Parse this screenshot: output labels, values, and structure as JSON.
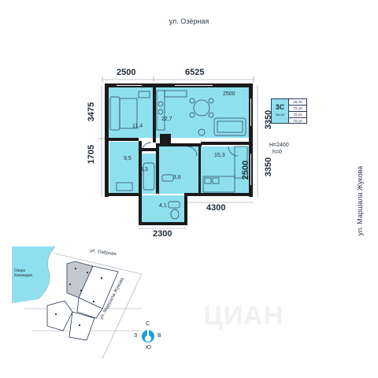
{
  "streets": {
    "top": "ул. Озёрная",
    "right": "ул. Маршала Жукова"
  },
  "dimensions": {
    "top_left": "2500",
    "top_right": "6525",
    "left_upper": "3475",
    "left_lower": "1705",
    "right_upper": "3350",
    "right_inner": "2500",
    "right_lower": "3350",
    "inner_top": "2500",
    "bottom_right": "4300",
    "bottom_left": "2300"
  },
  "rooms": {
    "bedroom_left": "11,4",
    "kitchen_living": "22,7",
    "hall": "9,5",
    "bathroom": "3,3",
    "corridor": "3,8",
    "bedroom_right": "15,3",
    "wc": "4,1"
  },
  "infocard": {
    "code": "3С",
    "number": "№130",
    "areas": [
      "26,70",
      "70,10",
      "70,10",
      "70,10"
    ]
  },
  "heights": {
    "ceiling": "H=2400",
    "floor": "h=0"
  },
  "siteplan": {
    "lake": [
      "Озеро",
      "Кашкадан"
    ],
    "street_top": "ул. Озёрная",
    "street_diag": "ул. Маршала Жукова"
  },
  "compass": {
    "north": "С",
    "south": "Ю",
    "west": "З",
    "east": "В"
  },
  "watermark": "ЦИАН",
  "colors": {
    "room_fill": "#8ee0ee",
    "wall": "#1a1a1a",
    "lake": "#8ee0ee",
    "compass": "#1e9fd6"
  }
}
